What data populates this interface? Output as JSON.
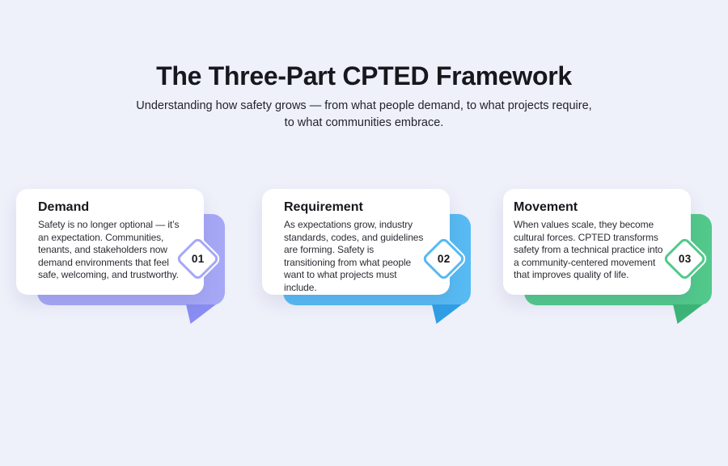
{
  "page": {
    "background_color": "#eef0fa"
  },
  "header": {
    "title": "The Three-Part CPTED Framework",
    "subtitle": "Understanding how safety grows — from what people demand, to what projects require,\nto what communities embrace."
  },
  "cards": [
    {
      "number": "01",
      "title": "Demand",
      "body": "Safety is no longer optional — it’s\nan expectation. Communities,\ntenants, and stakeholders now\ndemand environments that feel\nsafe, welcoming, and trustworthy.",
      "accent_color": "#a6a8f6",
      "tail_color": "#8a8df2"
    },
    {
      "number": "02",
      "title": "Requirement",
      "body": "As expectations grow, industry\nstandards, codes, and guidelines\nare forming. Safety is\ntransitioning from what people\nwant to what projects must\ninclude.",
      "accent_color": "#58baf3",
      "tail_color": "#2f9fe6"
    },
    {
      "number": "03",
      "title": "Movement",
      "body": "When values scale, they become\ncultural forces. CPTED transforms\nsafety from a technical practice into\na community-centered movement\nthat improves quality of life.",
      "accent_color": "#52c98b",
      "tail_color": "#3cb577"
    }
  ]
}
